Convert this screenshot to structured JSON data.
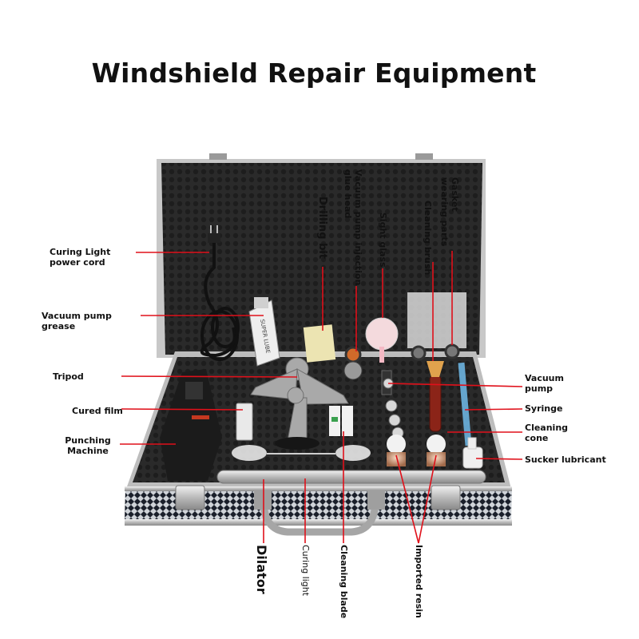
{
  "title": "Windshield Repair Equipment",
  "accent_color": "#e0101a",
  "labels": {
    "curing_light_power_cord": "Curing Light power cord",
    "vacuum_pump_grease": "Vacuum pump grease",
    "tripod": "Tripod",
    "cured_film": "Cured film",
    "punching_machine": "Punching Machine",
    "dilator": "Dilator",
    "curing_light": "Curing light",
    "cleaning_blade": "Cleaning blade",
    "imported_resin": "Imported resin",
    "drilling_bit": "Drilling bit",
    "vacuum_pump_injection_glue_head": "Vacuum pump injection glue head",
    "sight_glass": "Sight glass",
    "cleaning_brush": "Cleaning brush",
    "gasket_wearing_parts": "Gasket wearing parts",
    "vacuum_pump": "Vacuum pump",
    "syringe": "Syringe",
    "cleaning_cone": "Cleaning cone",
    "sucker_lubricant": "Sucker lubricant"
  },
  "product_text": {
    "tube_text": "SUPER LUBE"
  }
}
